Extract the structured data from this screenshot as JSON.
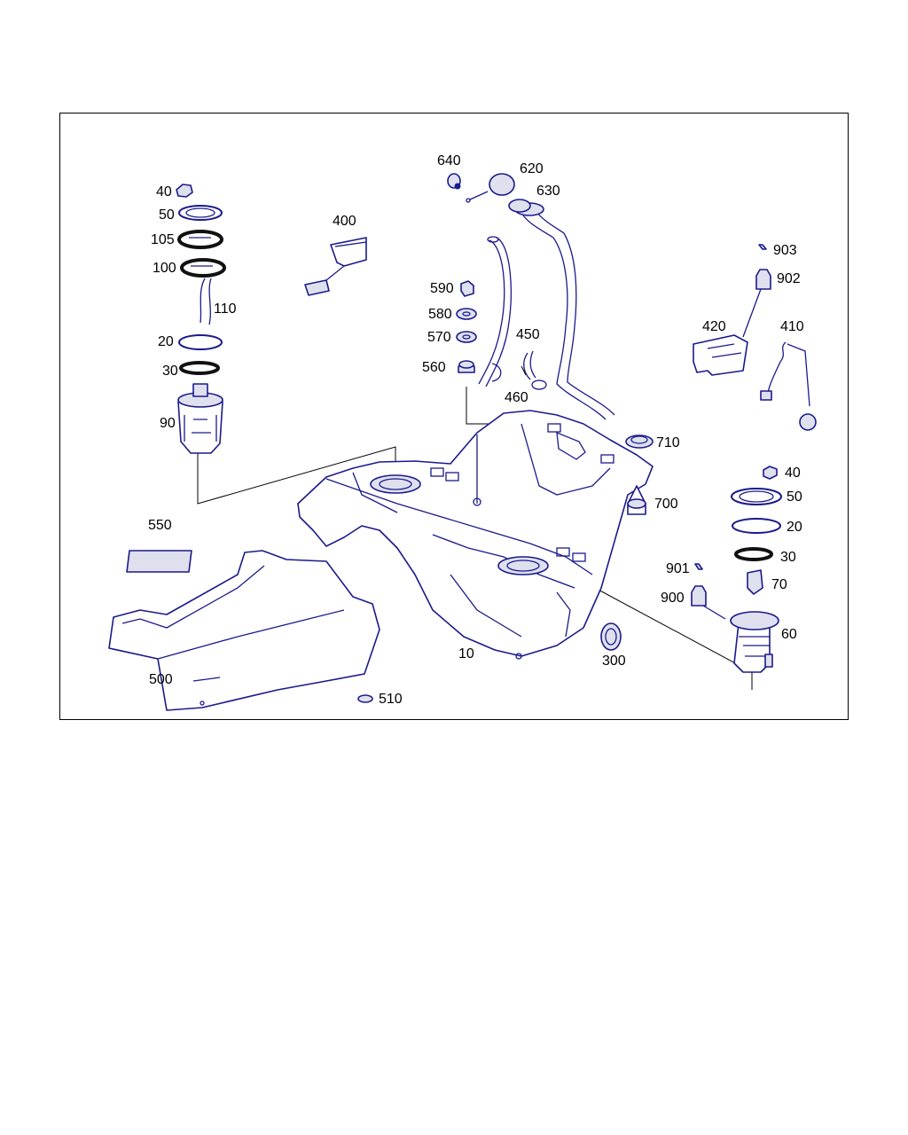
{
  "labels": {
    "p640": "640",
    "p620": "620",
    "p630": "630",
    "p40a": "40",
    "p50a": "50",
    "p105": "105",
    "p100": "100",
    "p110": "110",
    "p20a": "20",
    "p30a": "30",
    "p90": "90",
    "p400": "400",
    "p590": "590",
    "p580": "580",
    "p570": "570",
    "p560": "560",
    "p450": "450",
    "p460": "460",
    "p903": "903",
    "p902": "902",
    "p420": "420",
    "p410": "410",
    "p710": "710",
    "p700": "700",
    "p40b": "40",
    "p50b": "50",
    "p20b": "20",
    "p30b": "30",
    "p901": "901",
    "p70": "70",
    "p900": "900",
    "p60": "60",
    "p550": "550",
    "p500": "500",
    "p510": "510",
    "p10": "10",
    "p300": "300"
  },
  "colors": {
    "line": "#1a1a8c",
    "leader": "#000000",
    "frame": "#000000"
  }
}
